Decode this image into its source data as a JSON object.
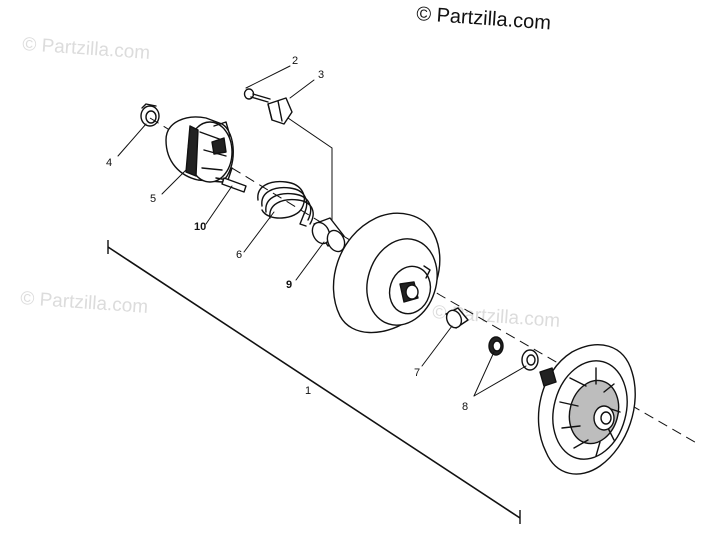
{
  "copyright": "© Partzilla.com",
  "watermarks": [
    "© Partzilla.com",
    "© Partzilla.com",
    "© Partzilla.com"
  ],
  "callouts": [
    "1",
    "2",
    "3",
    "4",
    "5",
    "6",
    "7",
    "8",
    "9",
    "10"
  ]
}
